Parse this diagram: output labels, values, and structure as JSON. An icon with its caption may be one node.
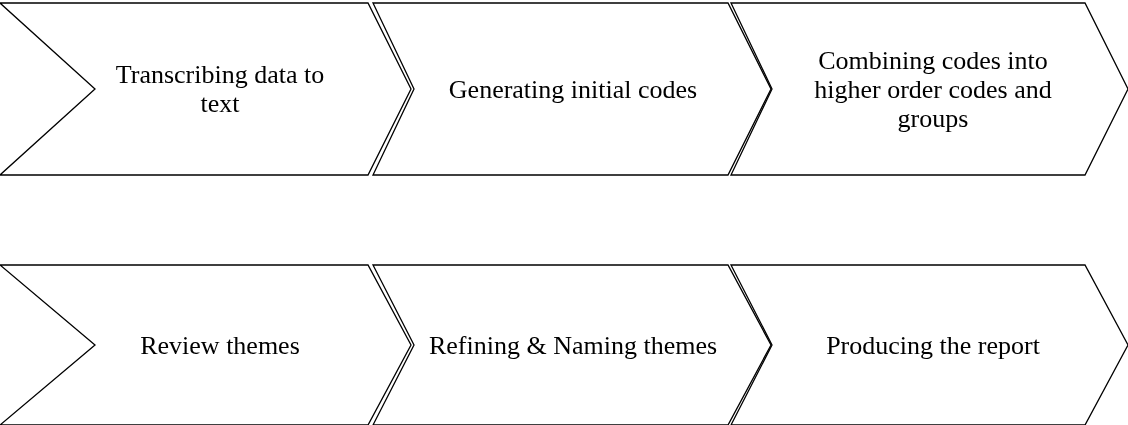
{
  "diagram": {
    "nodes": [
      {
        "text": [
          "Transcribing data to text"
        ]
      },
      {
        "text": [
          "Generating initial codes"
        ]
      },
      {
        "text": [
          "Combining codes into higher order codes and groups"
        ]
      },
      {
        "text": [
          "Review themes"
        ]
      },
      {
        "text": [
          "Refining & Naming themes"
        ]
      },
      {
        "text": [
          "Producing the report"
        ]
      }
    ]
  }
}
